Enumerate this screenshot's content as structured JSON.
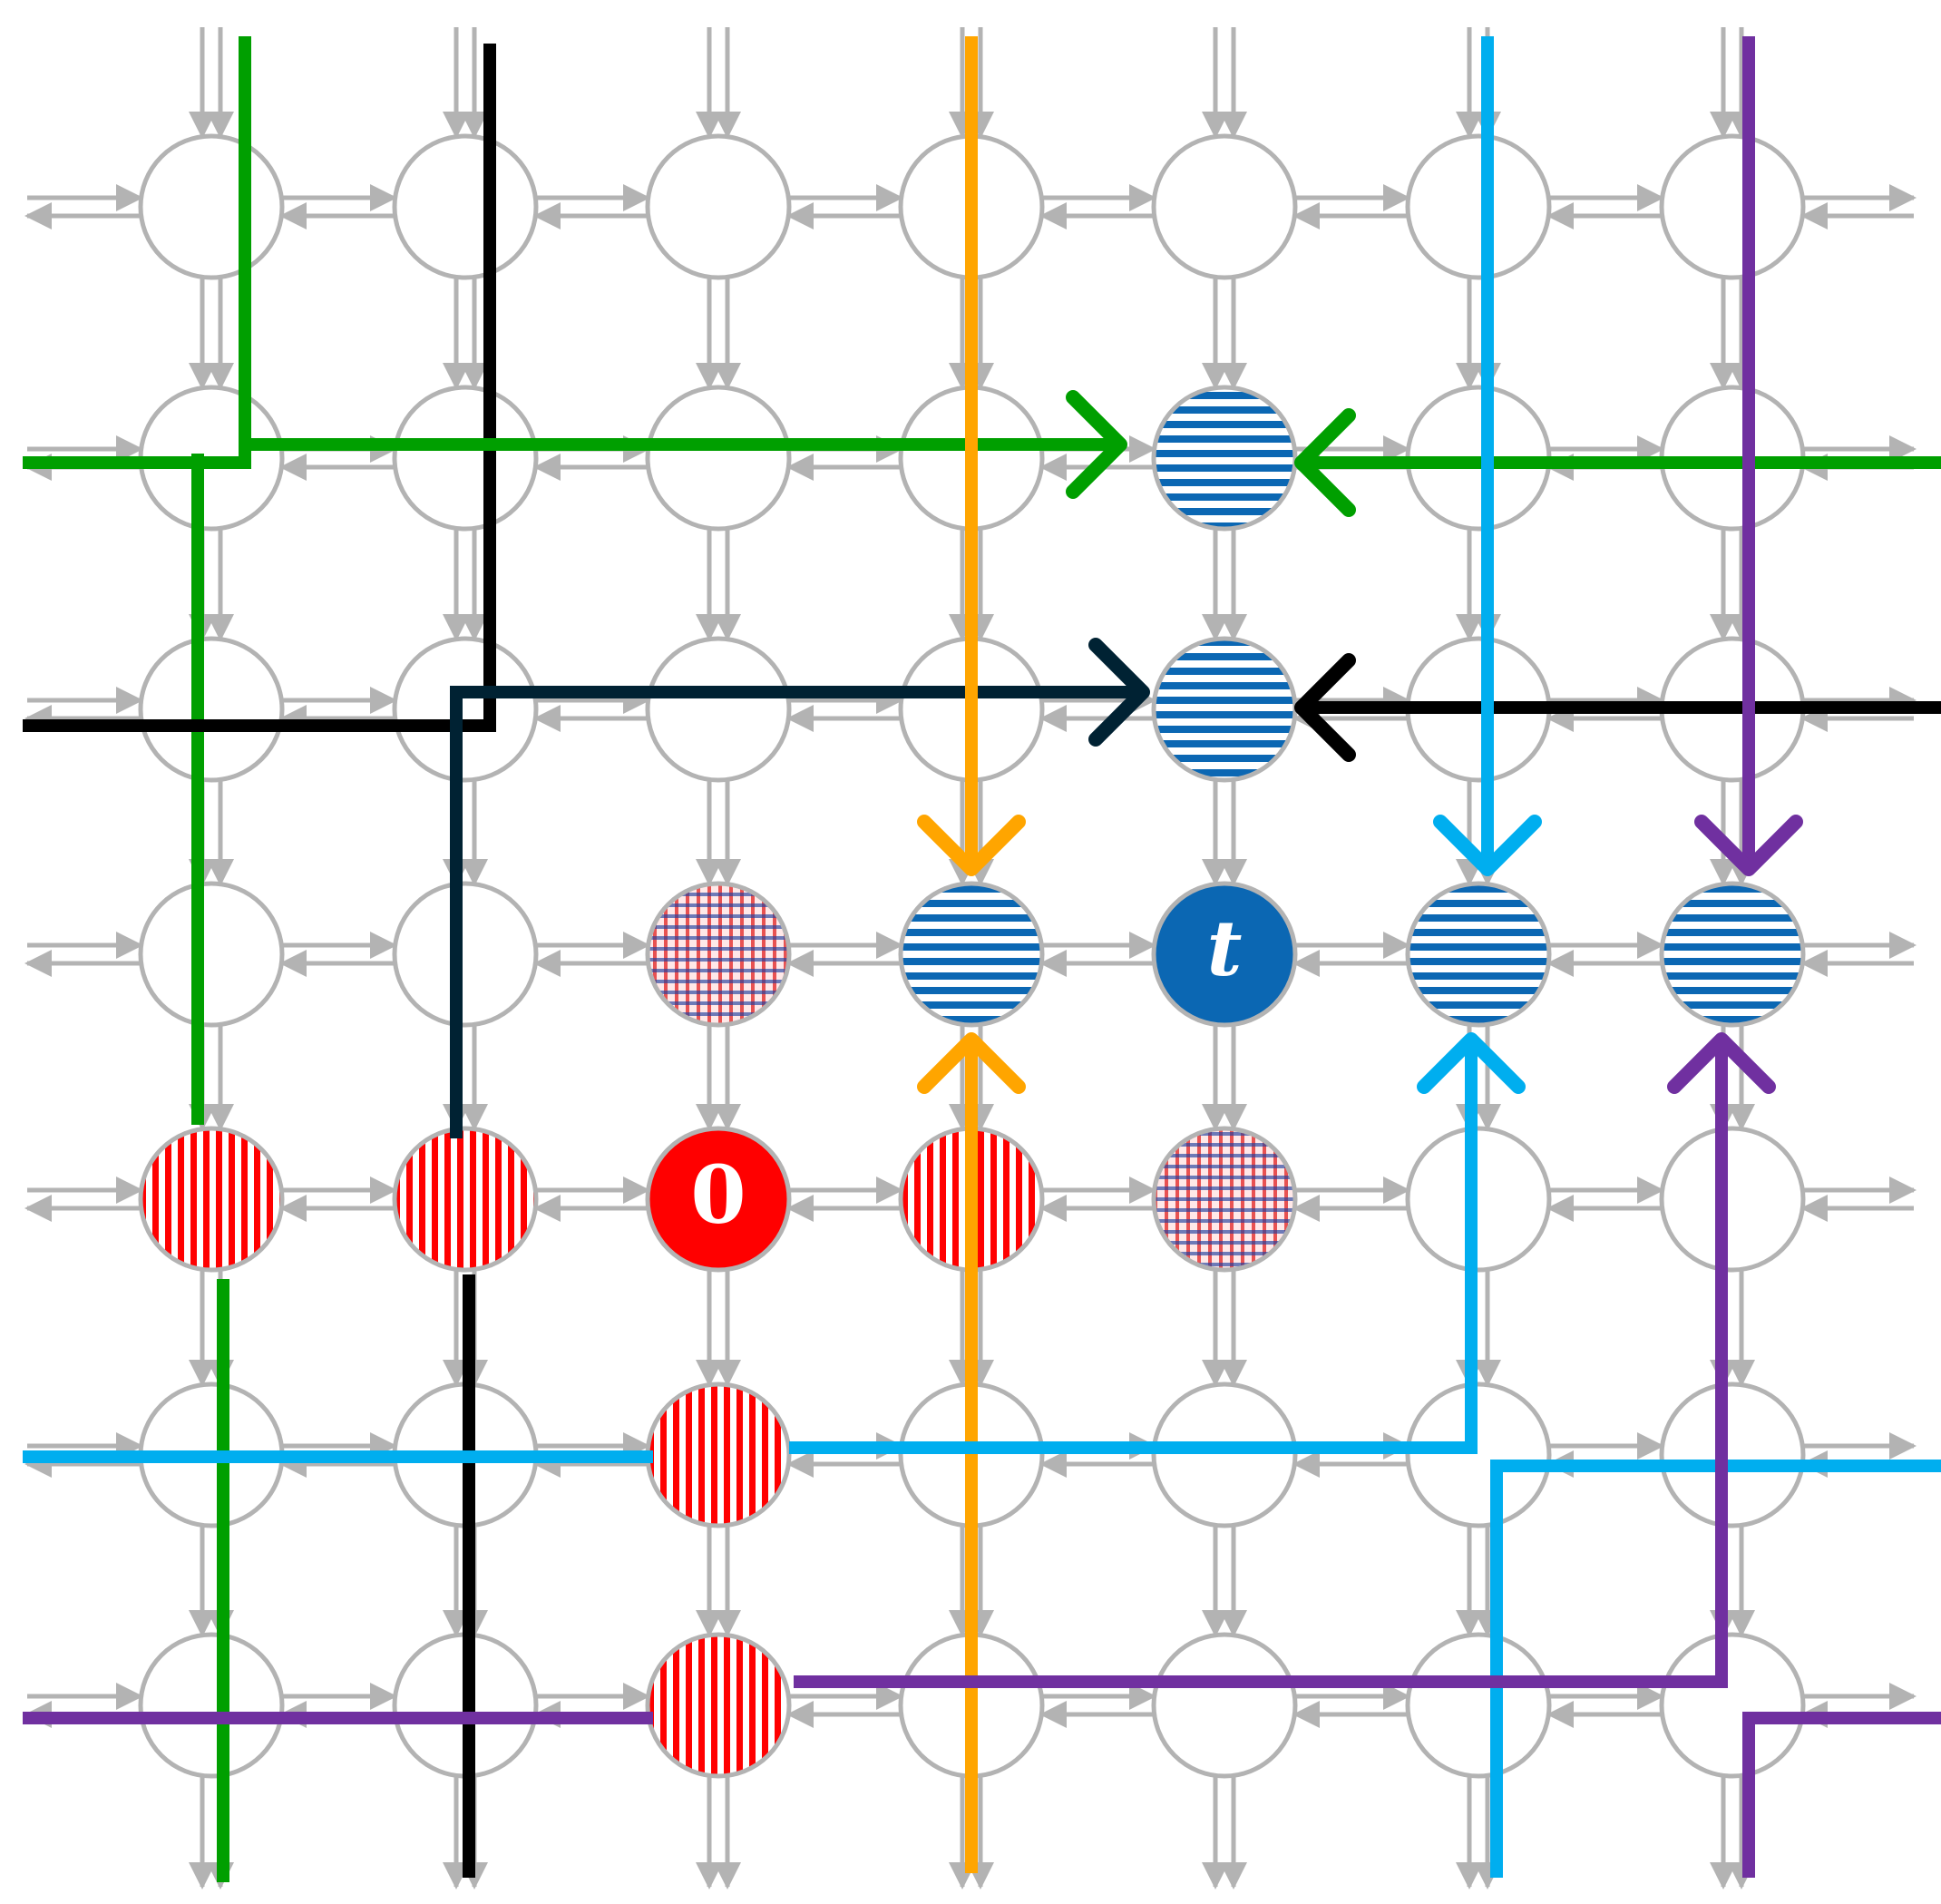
{
  "grid": {
    "rows": 7,
    "cols": 7
  },
  "colors": {
    "edge": "#b3b3b3",
    "node_stroke": "#b3b3b3",
    "source_fill": "#ff0000",
    "target_fill": "#0b67b3",
    "red_stripe": "#ff0000",
    "blue_stripe": "#0b67b3",
    "green": "#009f00",
    "black": "#000000",
    "dark_navy": "#002233",
    "orange": "#ffa500",
    "cyan": "#00aeef",
    "purple": "#7030a0"
  },
  "nodes": {
    "source": {
      "row": 4,
      "col": 2,
      "label": "0"
    },
    "target": {
      "row": 3,
      "col": 4,
      "label": "t"
    },
    "red_striped": [
      [
        4,
        0
      ],
      [
        4,
        1
      ],
      [
        4,
        3
      ],
      [
        5,
        2
      ],
      [
        6,
        2
      ]
    ],
    "blue_striped": [
      [
        1,
        4
      ],
      [
        2,
        4
      ],
      [
        3,
        3
      ],
      [
        3,
        5
      ],
      [
        3,
        6
      ]
    ],
    "checkered": [
      [
        3,
        2
      ],
      [
        4,
        4
      ]
    ]
  },
  "paths": [
    {
      "name": "green-path-a",
      "color": "green",
      "arrow": "right"
    },
    {
      "name": "green-path-b",
      "color": "green",
      "arrow": "left"
    },
    {
      "name": "navy-path-a",
      "color": "dark_navy",
      "arrow": "right"
    },
    {
      "name": "black-path-b",
      "color": "black",
      "arrow": "left"
    },
    {
      "name": "orange-path-a",
      "color": "orange",
      "arrow": "down"
    },
    {
      "name": "orange-path-b",
      "color": "orange",
      "arrow": "up"
    },
    {
      "name": "cyan-path-a",
      "color": "cyan",
      "arrow": "down"
    },
    {
      "name": "cyan-path-b",
      "color": "cyan",
      "arrow": "up"
    },
    {
      "name": "purple-path-a",
      "color": "purple",
      "arrow": "down"
    },
    {
      "name": "purple-path-b",
      "color": "purple",
      "arrow": "up"
    }
  ]
}
